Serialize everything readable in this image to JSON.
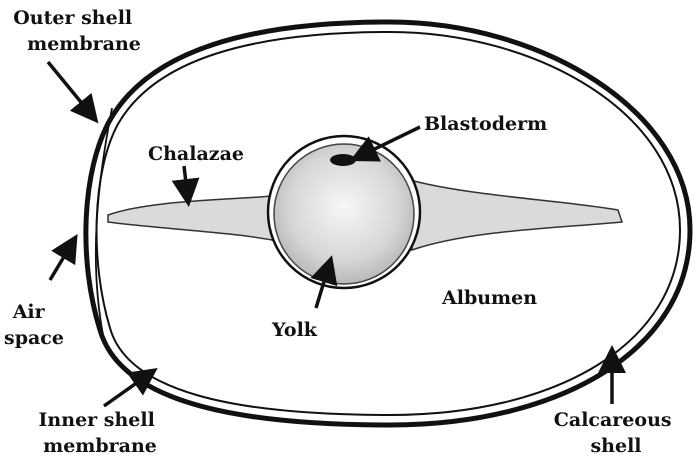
{
  "labels": {
    "outer_shell_membrane": [
      "Outer shell",
      "membrane"
    ],
    "chalazae": "Chalazae",
    "blastoderm": "Blastoderm",
    "air_space": [
      "Air",
      "space"
    ],
    "yolk": "Yolk",
    "albumen": "Albumen",
    "inner_shell_membrane": [
      "Inner shell",
      "membrane"
    ],
    "calcareous_shell": [
      "Calcareous",
      "shell"
    ]
  },
  "colors": {
    "ink": "#111111",
    "shell_fill": "#ffffff",
    "yolk_center": "#f4f4f4",
    "yolk_edge": "#bdbdbd",
    "chalazae_fill": "#d8d8d8"
  }
}
